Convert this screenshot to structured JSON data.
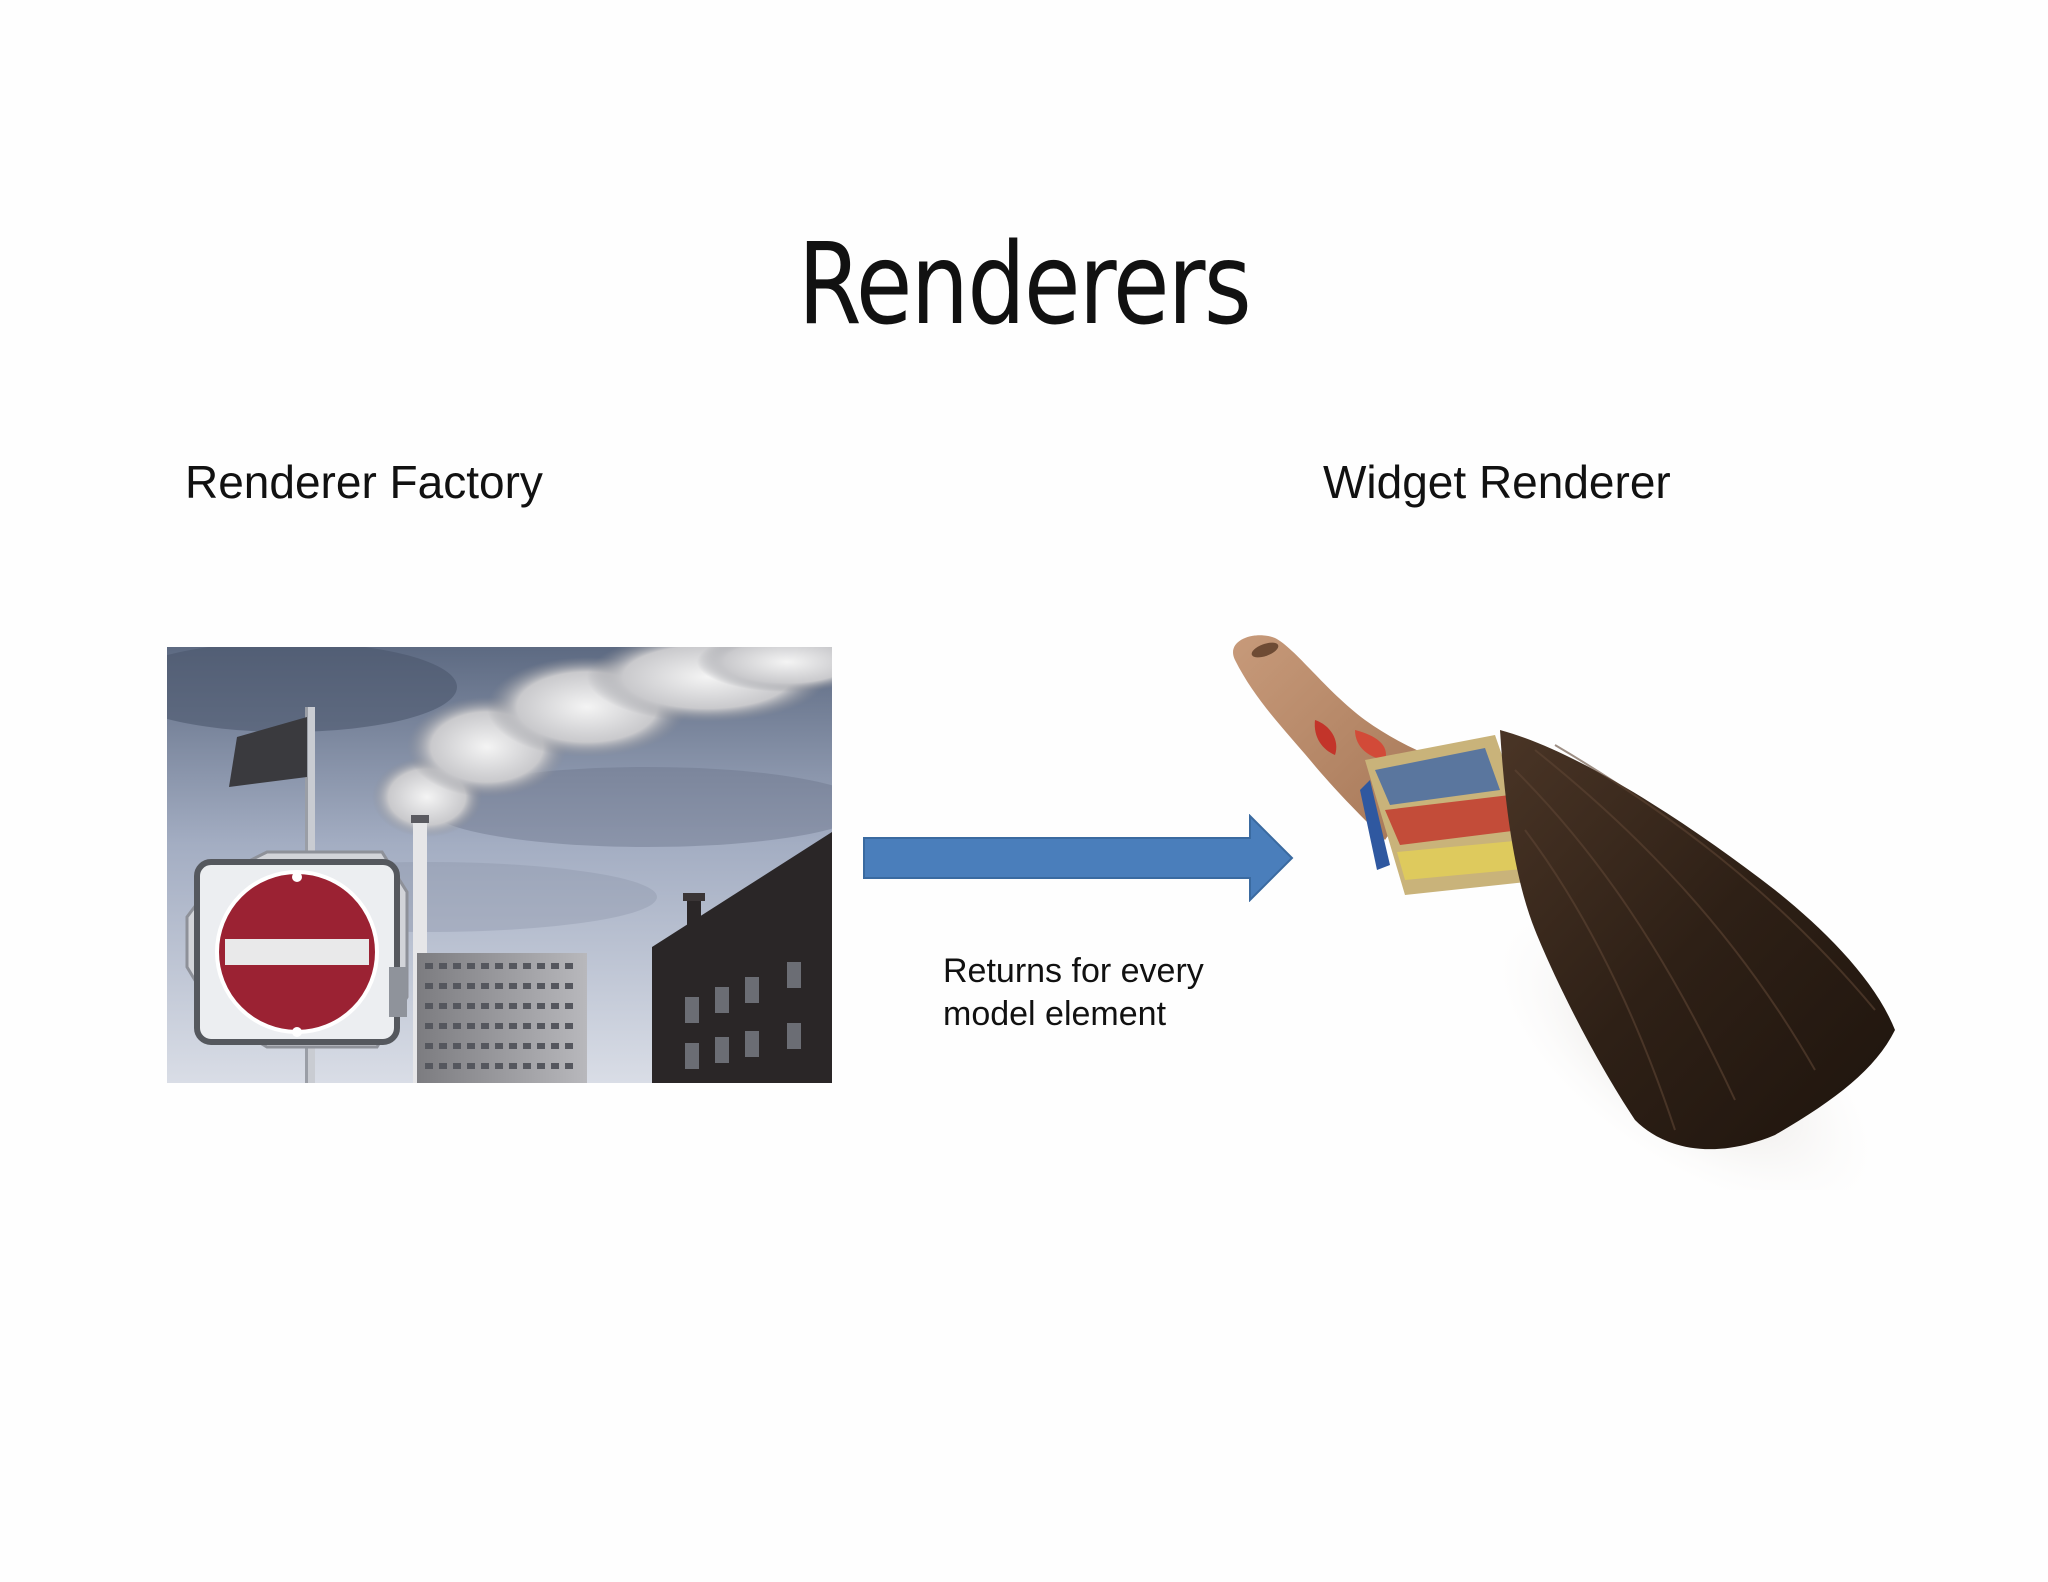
{
  "slide": {
    "title": "Renderers",
    "left_heading": "Renderer Factory",
    "right_heading": "Widget Renderer",
    "arrow_caption_line1": "Returns for every",
    "arrow_caption_line2": "model element"
  },
  "colors": {
    "arrow_fill": "#4a7ebb",
    "arrow_stroke": "#3a6aa0",
    "no_entry_red": "#9b2233"
  },
  "icons": {
    "factory_photo": "factory-smokestack-photo",
    "brush_photo": "paintbrush-photo",
    "arrow": "right-arrow-icon"
  }
}
